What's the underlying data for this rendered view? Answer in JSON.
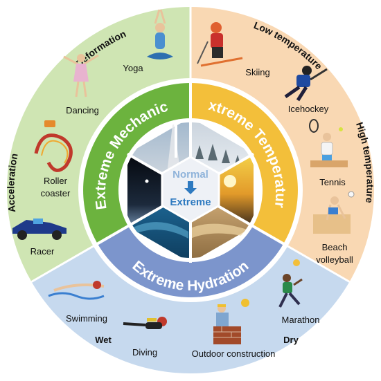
{
  "center": {
    "top": "Normal",
    "bottom": "Extreme"
  },
  "ring_titles": {
    "mechanics": "Extreme Mechanics",
    "temperature": "Extreme Temperature",
    "hydration": "Extreme Hydration"
  },
  "category_labels": {
    "deformation": "Deformation",
    "acceleration": "Acceleration",
    "low_temperature": "Low temperature",
    "high_temperature": "High temperature",
    "wet": "Wet",
    "dry": "Dry"
  },
  "activities": {
    "yoga": "Yoga",
    "dancing": "Dancing",
    "roller_line1": "Roller",
    "roller_line2": "coaster",
    "racer": "Racer",
    "skiing": "Skiing",
    "icehockey": "Icehockey",
    "tennis": "Tennis",
    "beach_line1": "Beach",
    "beach_line2": "volleyball",
    "swimming": "Swimming",
    "diving": "Diving",
    "outdoor_construction": "Outdoor construction",
    "marathon": "Marathon"
  },
  "colors": {
    "mechanics_outer": "#cfe5b3",
    "temperature_outer": "#f9d8b3",
    "hydration_outer": "#c6d9ee",
    "mechanics_ring": "#6cb33e",
    "temperature_ring": "#f3bf3a",
    "hydration_ring": "#7c95cc",
    "center_blue": "#2e7ac0"
  }
}
